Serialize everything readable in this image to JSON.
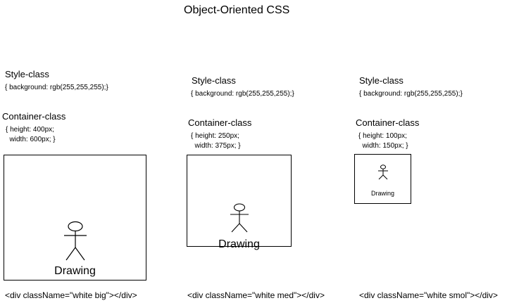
{
  "title": "Object-Oriented CSS",
  "panels": [
    {
      "style_label": "Style-class",
      "style_rule": "{ background: rgb(255,255,255);}",
      "container_label": "Container-class",
      "container_rule": "{ height: 400px;\n  width: 600px; }",
      "drawing_label": "Drawing",
      "markup": "<div className=\"white big\"></div>"
    },
    {
      "style_label": "Style-class",
      "style_rule": "{ background: rgb(255,255,255);}",
      "container_label": "Container-class",
      "container_rule": "{ height: 250px;\n  width: 375px; }",
      "drawing_label": "Drawing",
      "markup": "<div className=\"white med\"></div>"
    },
    {
      "style_label": "Style-class",
      "style_rule": "{ background: rgb(255,255,255);}",
      "container_label": "Container-class",
      "container_rule": "{ height: 100px;\n  width: 150px; }",
      "drawing_label": "Drawing",
      "markup": "<div className=\"white smol\"></div>"
    }
  ]
}
